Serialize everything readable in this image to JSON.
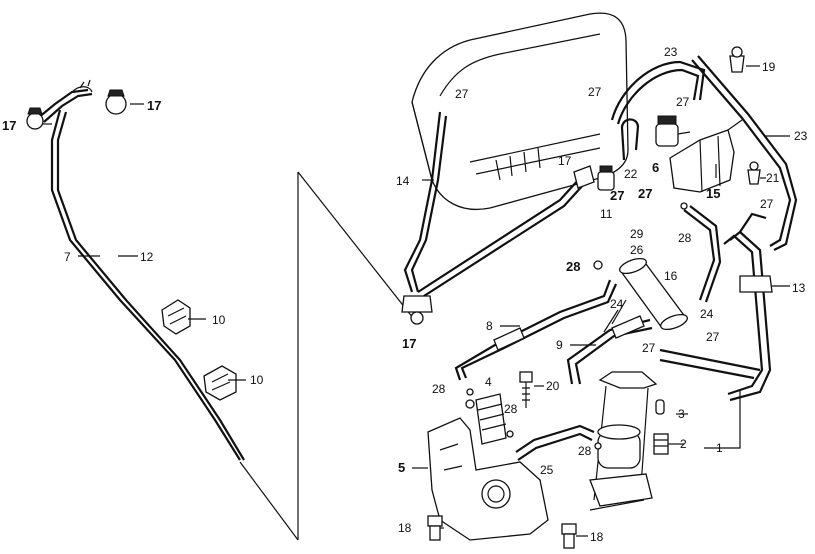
{
  "callouts": {
    "c1": "1",
    "c2": "2",
    "c3": "3",
    "c4": "4",
    "c5": "5",
    "c6": "6",
    "c7": "7",
    "c8": "8",
    "c9": "9",
    "c10a": "10",
    "c10b": "10",
    "c11": "11",
    "c12": "12",
    "c13": "13",
    "c14": "14",
    "c15": "15",
    "c16": "16",
    "c17a": "17",
    "c17b": "17",
    "c17c": "17",
    "c17d": "17",
    "c18a": "18",
    "c18b": "18",
    "c19": "19",
    "c20": "20",
    "c21": "21",
    "c22": "22",
    "c23a": "23",
    "c23b": "23",
    "c24a": "24",
    "c24b": "24",
    "c25": "25",
    "c26": "26",
    "c27a": "27",
    "c27b": "27",
    "c27c": "27",
    "c27d": "27",
    "c27e": "27",
    "c27f": "27",
    "c27g": "27",
    "c27h": "27",
    "c28a": "28",
    "c28b": "28",
    "c28c": "28",
    "c28d": "28",
    "c28e": "28",
    "c29": "29"
  }
}
